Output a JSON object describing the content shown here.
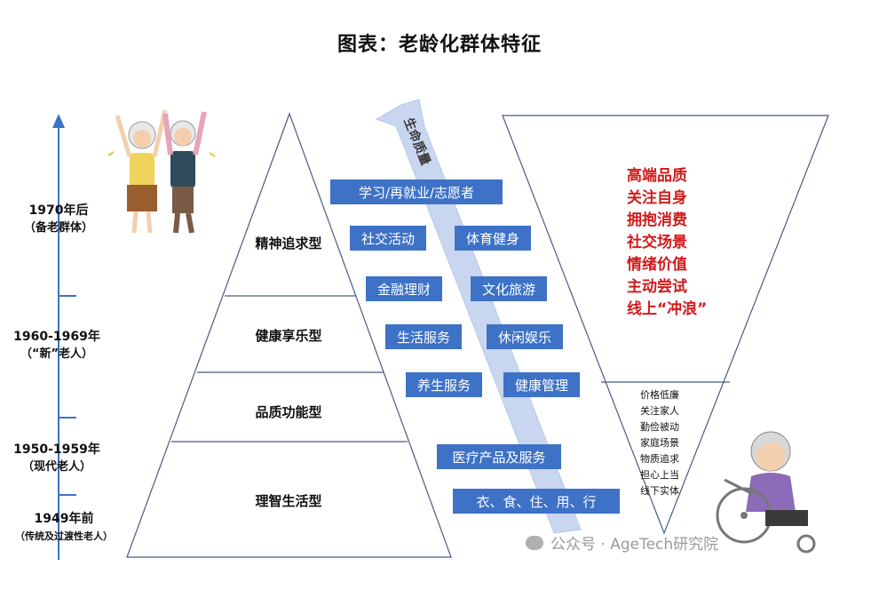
{
  "title": "图表：老龄化群体特征",
  "eras": [
    {
      "line1": "1970年后",
      "line2": "（备老群体）"
    },
    {
      "line1": "1960-1969年",
      "line2": "（“新”老人）"
    },
    {
      "line1": "1950-1959年",
      "line2": "（现代老人）"
    },
    {
      "line1": "1949年前",
      "line2": "（传统及过渡性老人）"
    }
  ],
  "tiers": [
    "精神追求型",
    "健康享乐型",
    "品质功能型",
    "理智生活型"
  ],
  "arrow_label": "生命质量",
  "consumption_boxes": [
    "学习/再就业/志愿者",
    "社交活动",
    "体育健身",
    "金融理财",
    "文化旅游",
    "生活服务",
    "休闲娱乐",
    "养生服务",
    "健康管理",
    "医疗产品及服务",
    "衣、食、住、用、行"
  ],
  "upper_traits": [
    "高端品质",
    "关注自身",
    "拥抱消费",
    "社交场景",
    "情绪价值",
    "主动尝试",
    "线上“冲浪”"
  ],
  "lower_traits": [
    "价格低廉",
    "关注家人",
    "勤俭被动",
    "家庭场景",
    "物质追求",
    "担心上当",
    "线下实体"
  ],
  "watermark": "公众号 · AgeTech研究院",
  "colors": {
    "axis": "#3d72c6",
    "box": "#3d72c6",
    "arrow": "#c9d6ef",
    "red": "#d11a1a"
  },
  "icons": [
    "happy-elderly-couple-illustration",
    "elderly-woman-wheelchair-illustration",
    "wechat-icon"
  ]
}
